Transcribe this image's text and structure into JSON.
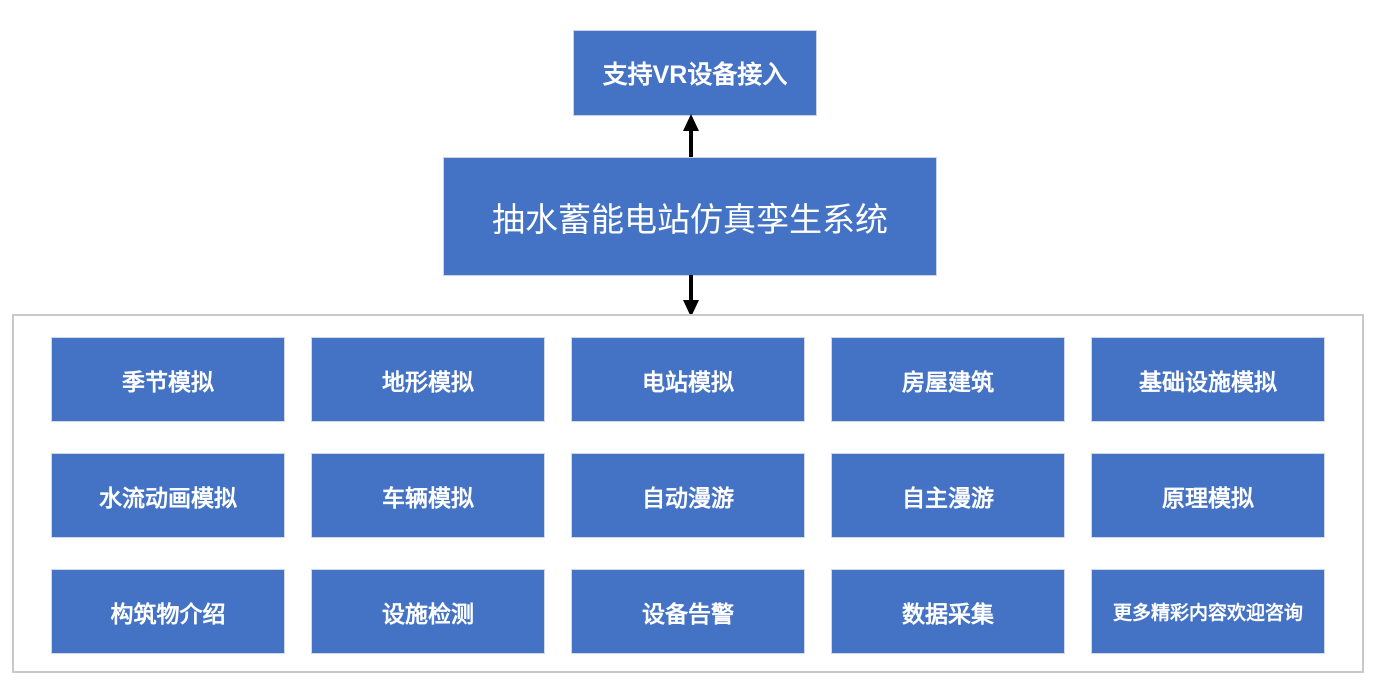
{
  "diagram": {
    "top_box": {
      "label": "支持VR设备接入"
    },
    "main_box": {
      "label": "抽水蓄能电站仿真孪生系统"
    },
    "grid": {
      "items": [
        {
          "label": "季节模拟"
        },
        {
          "label": "地形模拟"
        },
        {
          "label": "电站模拟"
        },
        {
          "label": "房屋建筑"
        },
        {
          "label": "基础设施模拟"
        },
        {
          "label": "水流动画模拟"
        },
        {
          "label": "车辆模拟"
        },
        {
          "label": "自动漫游"
        },
        {
          "label": "自主漫游"
        },
        {
          "label": "原理模拟"
        },
        {
          "label": "构筑物介绍"
        },
        {
          "label": "设施检测"
        },
        {
          "label": "设备告警"
        },
        {
          "label": "数据采集"
        },
        {
          "label": "更多精彩内容欢迎咨询"
        }
      ]
    },
    "colors": {
      "box_fill": "#4472c4",
      "box_border": "#ccd3e2",
      "container_border": "#c9c9c9",
      "text": "#ffffff",
      "arrow": "#000000"
    }
  }
}
